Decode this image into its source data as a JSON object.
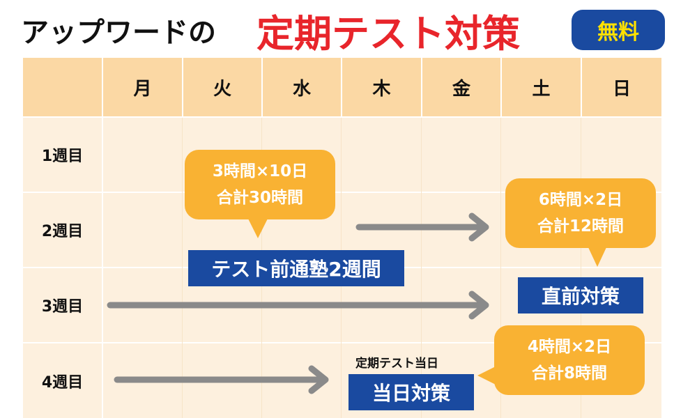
{
  "title": {
    "prefix": "アップワードの",
    "highlight": "定期テスト対策",
    "badge": "無料"
  },
  "table": {
    "days": [
      "月",
      "火",
      "水",
      "木",
      "金",
      "土",
      "日"
    ],
    "weeks": [
      "1週目",
      "2週目",
      "3週目",
      "4週目"
    ]
  },
  "bubbles": {
    "bubble_1": {
      "line1": "3時間×10日",
      "line2": "合計30時間"
    },
    "bubble_2": {
      "line1": "6時間×2日",
      "line2": "合計12時間"
    },
    "bubble_3": {
      "line1": "4時間×2日",
      "line2": "合計8時間"
    }
  },
  "labels": {
    "pre_test_course": "テスト前通塾2週間",
    "final_prep": "直前対策",
    "test_day_note": "定期テスト当日",
    "test_day_prep": "当日対策"
  },
  "colors": {
    "title_red": "#e8252b",
    "navy": "#1a4aa0",
    "orange": "#f9b233",
    "header_bg": "#fbd8a4",
    "row_bg": "#fdf0de",
    "arrow": "#8a8a8a"
  }
}
